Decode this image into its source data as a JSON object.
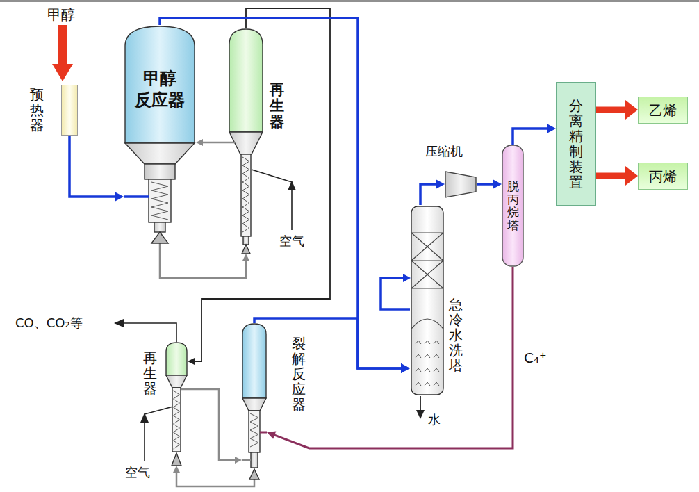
{
  "diagram": {
    "nodes": [
      {
        "text": [
          "预热器"
        ]
      },
      {
        "text": [
          "甲醇 反应器"
        ]
      },
      {
        "text": [
          "再生器"
        ]
      },
      {
        "text": [
          "再生器"
        ]
      },
      {
        "text": [
          "裂解反应器"
        ]
      },
      {
        "text": [
          "急冷水洗塔"
        ]
      },
      {
        "text": [
          "压缩机"
        ]
      },
      {
        "text": [
          "脱丙烷塔"
        ]
      },
      {
        "text": [
          "分离精制装置"
        ]
      },
      {
        "text": [
          "乙烯"
        ]
      },
      {
        "text": [
          "丙烯"
        ]
      }
    ],
    "edges": [
      {
        "from": 0,
        "to": 1,
        "arrow": "to"
      },
      {
        "from": 2,
        "to": 1,
        "arrow": "to"
      },
      {
        "from": 1,
        "to": 2,
        "arrow": "to"
      },
      {
        "from": 2,
        "to": 3,
        "arrow": "to"
      },
      {
        "from": 1,
        "to": 5,
        "arrow": "to"
      },
      {
        "from": 4,
        "to": 5,
        "arrow": "to"
      },
      {
        "from": 5,
        "to": 6,
        "arrow": "to"
      },
      {
        "from": 6,
        "to": 7,
        "arrow": "to"
      },
      {
        "from": 7,
        "to": 8,
        "arrow": "to"
      },
      {
        "from": 8,
        "to": 9,
        "arrow": "to"
      },
      {
        "from": 8,
        "to": 10,
        "arrow": "to"
      },
      {
        "from": 7,
        "to": 4,
        "label": "C₄⁺",
        "arrow": "to"
      },
      {
        "from": 3,
        "to": 4,
        "arrow": "to"
      },
      {
        "from": 4,
        "to": 3,
        "arrow": "to"
      }
    ],
    "labels": [
      "甲醇",
      "空气",
      "CO、CO₂等",
      "空气",
      "水"
    ]
  }
}
